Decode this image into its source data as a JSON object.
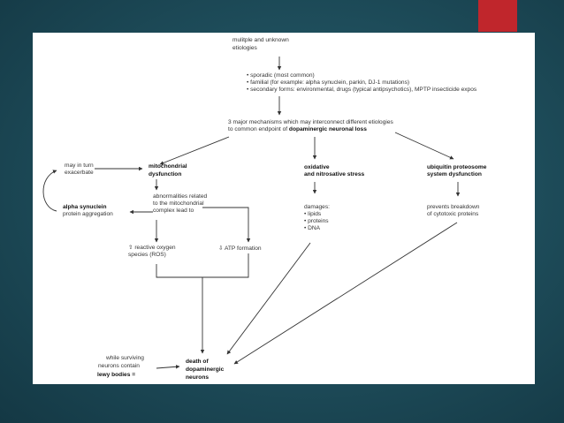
{
  "etiologies": {
    "title_line1": "mulitple and unknown",
    "title_line2": "etiologies",
    "bullets": [
      "• sporadic (most common)",
      "• familial (for example: alpha synuclein, parkin, DJ-1 mutations)",
      "• secondary forms: environmental, drugs (typical antipsychotics), MPTP insecticide expos"
    ]
  },
  "mechanisms": {
    "line1": "3 major mechanisms which may interconnect different etiologies",
    "line2_prefix": "to common endpoint of ",
    "line2_bold": "dopaminergic neuronal loss"
  },
  "left_loop": {
    "exacerbate_line1": "may in turn",
    "exacerbate_line2": "exacerbate",
    "synuclein_bold": "alpha synuclein",
    "synuclein_rest": "protein aggregation"
  },
  "mitochondrial": {
    "title_line1": "mitochondrial",
    "title_line2": "dysfunction",
    "desc_line1": "abnormalities related",
    "desc_line2": "to the mitochondrial",
    "desc_line3": "complex lead to",
    "ros_line1": "⇧ reactive oxygen",
    "ros_line2": "species (ROS)",
    "atp": "⇩ ATP formation"
  },
  "oxidative": {
    "title_line1": "oxidative",
    "title_line2": "and nitrosative stress",
    "damages": "damages:",
    "items": [
      "• lipids",
      "• proteins",
      "• DNA"
    ]
  },
  "ubiquitin": {
    "title_line1": "ubiquitin proteosome",
    "title_line2": "system dysfunction",
    "desc_line1": "prevents breakdown",
    "desc_line2": "of cytotoxic proteins"
  },
  "death": {
    "line1": "death of",
    "line2": "dopaminergic",
    "line3": "neurons"
  },
  "lewy": {
    "line1": "while surviving",
    "line2": "neurons contain",
    "line3": "lewy bodies ="
  },
  "colors": {
    "accent": "#c0262c",
    "panel": "#ffffff",
    "text": "#333333"
  }
}
